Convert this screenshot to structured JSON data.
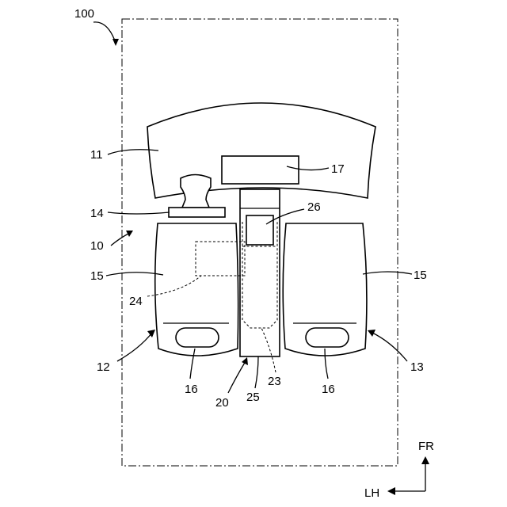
{
  "labels": {
    "vehicle": "100",
    "cabin": "10",
    "dashboard": "11",
    "driver_seat_unit": "12",
    "passenger_seat_unit": "13",
    "steering": "14",
    "seat_left": "15",
    "seat_right": "15",
    "knob_left": "16",
    "knob_right": "16",
    "display": "17",
    "console_system": "20",
    "console_storage": "23",
    "driver_device": "24",
    "console": "25",
    "console_device": "26"
  },
  "directions": {
    "front": "FR",
    "left": "LH"
  }
}
